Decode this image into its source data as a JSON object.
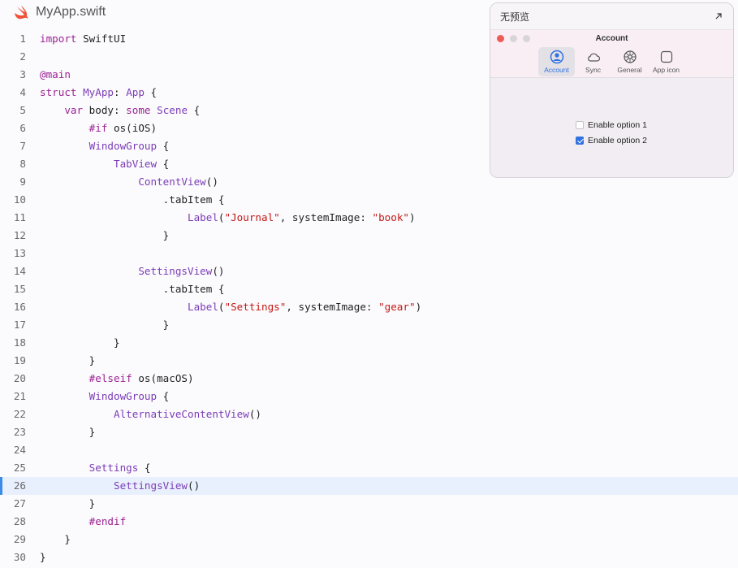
{
  "file": {
    "name": "MyApp.swift",
    "icon": "swift-logo-icon"
  },
  "editor": {
    "active_line": 26,
    "lines": [
      {
        "n": "1",
        "indent": "",
        "tokens": [
          {
            "t": "import",
            "c": "kw"
          },
          {
            "t": " SwiftUI",
            "c": ""
          }
        ]
      },
      {
        "n": "2",
        "indent": "",
        "tokens": []
      },
      {
        "n": "3",
        "indent": "",
        "tokens": [
          {
            "t": "@main",
            "c": "kw"
          }
        ]
      },
      {
        "n": "4",
        "indent": "",
        "tokens": [
          {
            "t": "struct",
            "c": "kw"
          },
          {
            "t": " ",
            "c": ""
          },
          {
            "t": "MyApp",
            "c": "ty"
          },
          {
            "t": ": ",
            "c": ""
          },
          {
            "t": "App",
            "c": "ty"
          },
          {
            "t": " {",
            "c": ""
          }
        ]
      },
      {
        "n": "5",
        "indent": "    ",
        "tokens": [
          {
            "t": "var",
            "c": "kw"
          },
          {
            "t": " body: ",
            "c": ""
          },
          {
            "t": "some",
            "c": "kw"
          },
          {
            "t": " ",
            "c": ""
          },
          {
            "t": "Scene",
            "c": "ty"
          },
          {
            "t": " {",
            "c": ""
          }
        ]
      },
      {
        "n": "6",
        "indent": "        ",
        "tokens": [
          {
            "t": "#if",
            "c": "dirk"
          },
          {
            "t": " os(iOS)",
            "c": ""
          }
        ]
      },
      {
        "n": "7",
        "indent": "        ",
        "tokens": [
          {
            "t": "WindowGroup",
            "c": "ty"
          },
          {
            "t": " {",
            "c": ""
          }
        ]
      },
      {
        "n": "8",
        "indent": "            ",
        "tokens": [
          {
            "t": "TabView",
            "c": "ty"
          },
          {
            "t": " {",
            "c": ""
          }
        ]
      },
      {
        "n": "9",
        "indent": "                ",
        "tokens": [
          {
            "t": "ContentView",
            "c": "ty"
          },
          {
            "t": "()",
            "c": ""
          }
        ]
      },
      {
        "n": "10",
        "indent": "                    ",
        "tokens": [
          {
            "t": ".tabItem {",
            "c": ""
          }
        ]
      },
      {
        "n": "11",
        "indent": "                        ",
        "tokens": [
          {
            "t": "Label",
            "c": "ty"
          },
          {
            "t": "(",
            "c": ""
          },
          {
            "t": "\"Journal\"",
            "c": "str"
          },
          {
            "t": ", systemImage: ",
            "c": ""
          },
          {
            "t": "\"book\"",
            "c": "str"
          },
          {
            "t": ")",
            "c": ""
          }
        ]
      },
      {
        "n": "12",
        "indent": "                    ",
        "tokens": [
          {
            "t": "}",
            "c": ""
          }
        ]
      },
      {
        "n": "13",
        "indent": "",
        "tokens": []
      },
      {
        "n": "14",
        "indent": "                ",
        "tokens": [
          {
            "t": "SettingsView",
            "c": "ty"
          },
          {
            "t": "()",
            "c": ""
          }
        ]
      },
      {
        "n": "15",
        "indent": "                    ",
        "tokens": [
          {
            "t": ".tabItem {",
            "c": ""
          }
        ]
      },
      {
        "n": "16",
        "indent": "                        ",
        "tokens": [
          {
            "t": "Label",
            "c": "ty"
          },
          {
            "t": "(",
            "c": ""
          },
          {
            "t": "\"Settings\"",
            "c": "str"
          },
          {
            "t": ", systemImage: ",
            "c": ""
          },
          {
            "t": "\"gear\"",
            "c": "str"
          },
          {
            "t": ")",
            "c": ""
          }
        ]
      },
      {
        "n": "17",
        "indent": "                    ",
        "tokens": [
          {
            "t": "}",
            "c": ""
          }
        ]
      },
      {
        "n": "18",
        "indent": "            ",
        "tokens": [
          {
            "t": "}",
            "c": ""
          }
        ]
      },
      {
        "n": "19",
        "indent": "        ",
        "tokens": [
          {
            "t": "}",
            "c": ""
          }
        ]
      },
      {
        "n": "20",
        "indent": "        ",
        "tokens": [
          {
            "t": "#elseif",
            "c": "dirk"
          },
          {
            "t": " os(macOS)",
            "c": ""
          }
        ]
      },
      {
        "n": "21",
        "indent": "        ",
        "tokens": [
          {
            "t": "WindowGroup",
            "c": "ty"
          },
          {
            "t": " {",
            "c": ""
          }
        ]
      },
      {
        "n": "22",
        "indent": "            ",
        "tokens": [
          {
            "t": "AlternativeContentView",
            "c": "ty"
          },
          {
            "t": "()",
            "c": ""
          }
        ]
      },
      {
        "n": "23",
        "indent": "        ",
        "tokens": [
          {
            "t": "}",
            "c": ""
          }
        ]
      },
      {
        "n": "24",
        "indent": "",
        "tokens": []
      },
      {
        "n": "25",
        "indent": "        ",
        "tokens": [
          {
            "t": "Settings",
            "c": "ty"
          },
          {
            "t": " {",
            "c": ""
          }
        ]
      },
      {
        "n": "26",
        "indent": "            ",
        "tokens": [
          {
            "t": "SettingsView",
            "c": "ty"
          },
          {
            "t": "()",
            "c": ""
          }
        ]
      },
      {
        "n": "27",
        "indent": "        ",
        "tokens": [
          {
            "t": "}",
            "c": ""
          }
        ]
      },
      {
        "n": "28",
        "indent": "        ",
        "tokens": [
          {
            "t": "#endif",
            "c": "dirk"
          }
        ]
      },
      {
        "n": "29",
        "indent": "    ",
        "tokens": [
          {
            "t": "}",
            "c": ""
          }
        ]
      },
      {
        "n": "30",
        "indent": "",
        "tokens": [
          {
            "t": "}",
            "c": ""
          }
        ]
      }
    ]
  },
  "preview": {
    "title": "无预览",
    "expand_icon": "expand-arrow-icon",
    "window": {
      "title": "Account",
      "tabs": [
        {
          "label": "Account",
          "icon": "person-circle-icon",
          "selected": true
        },
        {
          "label": "Sync",
          "icon": "cloud-icon",
          "selected": false
        },
        {
          "label": "General",
          "icon": "gear-icon",
          "selected": false
        },
        {
          "label": "App icon",
          "icon": "app-square-icon",
          "selected": false
        }
      ],
      "options": [
        {
          "label": "Enable option 1",
          "checked": false
        },
        {
          "label": "Enable option 2",
          "checked": true
        }
      ]
    }
  },
  "colors": {
    "accent": "#2f72e0",
    "active_line_bg": "#e9f0fd",
    "keyword": "#9b2393",
    "type": "#7b3db6",
    "string": "#c41a16"
  }
}
